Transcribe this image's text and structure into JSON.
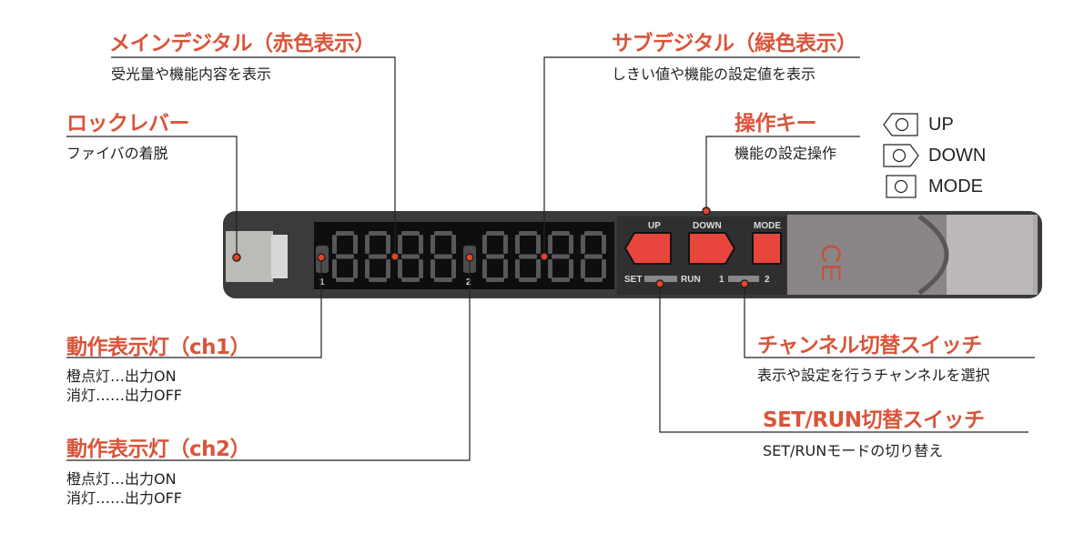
{
  "callouts": {
    "main_digital": {
      "title": "メインデジタル（赤色表示）",
      "desc": "受光量や機能内容を表示"
    },
    "sub_digital": {
      "title": "サブデジタル（緑色表示）",
      "desc": "しきい値や機能の設定値を表示"
    },
    "lock_lever": {
      "title": "ロックレバー",
      "desc": "ファイバの着脱"
    },
    "operation_keys": {
      "title": "操作キー",
      "desc": "機能の設定操作"
    },
    "indicator_ch1": {
      "title": "動作表示灯（ch1）",
      "desc_lines": [
        "橙点灯…出力ON",
        "消灯……出力OFF"
      ]
    },
    "indicator_ch2": {
      "title": "動作表示灯（ch2）",
      "desc_lines": [
        "橙点灯…出力ON",
        "消灯……出力OFF"
      ]
    },
    "channel_switch": {
      "title": "チャンネル切替スイッチ",
      "desc": "表示や設定を行うチャンネルを選択"
    },
    "setrun_switch": {
      "title": "SET/RUN切替スイッチ",
      "desc": "SET/RUNモードの切り替え"
    }
  },
  "legend": [
    {
      "icon": "up-key-icon",
      "label": "UP"
    },
    {
      "icon": "down-key-icon",
      "label": "DOWN"
    },
    {
      "icon": "mode-key-icon",
      "label": "MODE"
    }
  ],
  "device": {
    "key_labels": [
      "UP",
      "DOWN",
      "MODE"
    ],
    "setrun_labels": [
      "SET",
      "RUN"
    ],
    "channel_labels": [
      "1",
      "2"
    ],
    "led_labels": [
      "1",
      "2"
    ]
  },
  "colors": {
    "accent": "#d9553a",
    "marker": "#e8442a",
    "body": "#3b3b3d",
    "display": "#0e0e10",
    "key": "#e8463c"
  }
}
